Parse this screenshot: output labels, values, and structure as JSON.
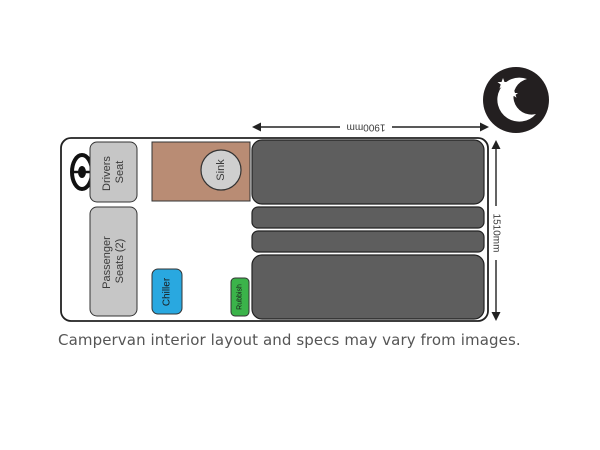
{
  "diagram": {
    "length_label": "1900mm",
    "width_label": "1510mm",
    "driver_seat_label": [
      "Drivers",
      "Seat"
    ],
    "passenger_seats_label": [
      "Passenger",
      "Seats (2)"
    ],
    "sink_label": "Sink",
    "chiller_label": "Chiller",
    "rubbish_label": "Rubbish",
    "caption": "Campervan interior layout and specs may vary from images.",
    "icons": [
      "steering-wheel-icon",
      "moon-stars-icon"
    ],
    "colors": {
      "outline": "#222222",
      "seat": "#c6c6c6",
      "bed": "#5e5e5e",
      "counter": "#b98c74",
      "sink_basin": "#cfcfcf",
      "chiller": "#29a8e0",
      "rubbish": "#3bb34a",
      "night_badge": "#231f20"
    }
  }
}
